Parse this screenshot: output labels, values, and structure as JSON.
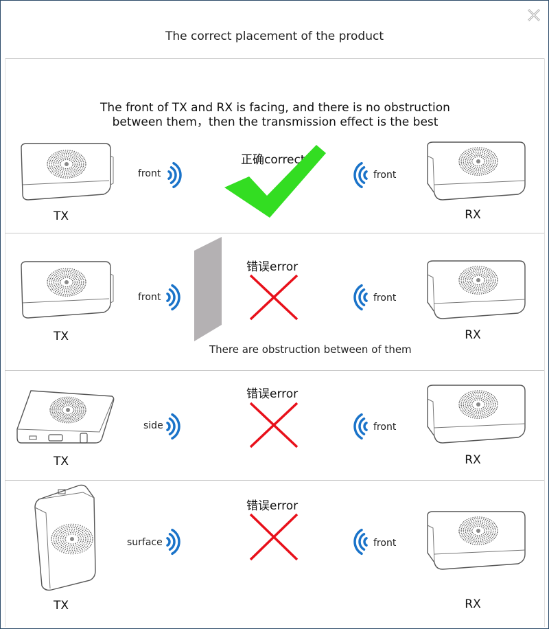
{
  "dialog": {
    "title": "The correct placement of the product",
    "intro_line1": "The front of TX and RX is facing, and there is no obstruction",
    "intro_line2": "between them，then the transmission effect is the best"
  },
  "rows": [
    {
      "tx_label": "TX",
      "rx_label": "RX",
      "tx_dir": "front",
      "rx_dir": "front",
      "status": "正确correct",
      "result": "correct"
    },
    {
      "tx_label": "TX",
      "rx_label": "RX",
      "tx_dir": "front",
      "rx_dir": "front",
      "status": "错误error",
      "result": "error",
      "note": "There are obstruction between of them"
    },
    {
      "tx_label": "TX",
      "rx_label": "RX",
      "tx_dir": "side",
      "rx_dir": "front",
      "status": "错误error",
      "result": "error"
    },
    {
      "tx_label": "TX",
      "rx_label": "RX",
      "tx_dir": "surface",
      "rx_dir": "front",
      "status": "错误error",
      "result": "error"
    }
  ],
  "colors": {
    "wave": "#1a73c9",
    "check": "#33dd22",
    "cross": "#e8101a",
    "obstruction": "#b4b1b3"
  },
  "icons": [
    "close-icon",
    "device-icon",
    "signal-wave-icon",
    "check-icon",
    "cross-icon"
  ]
}
